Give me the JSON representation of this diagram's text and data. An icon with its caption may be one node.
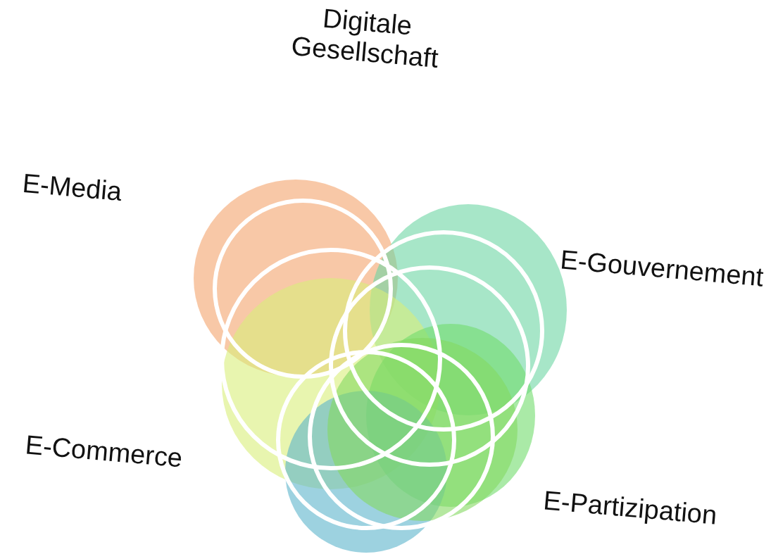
{
  "diagram": {
    "labels": [
      "Digitale Gesellschaft",
      "E-Media",
      "E-Gouvernement",
      "E-Commerce",
      "E-Partizipation"
    ]
  }
}
